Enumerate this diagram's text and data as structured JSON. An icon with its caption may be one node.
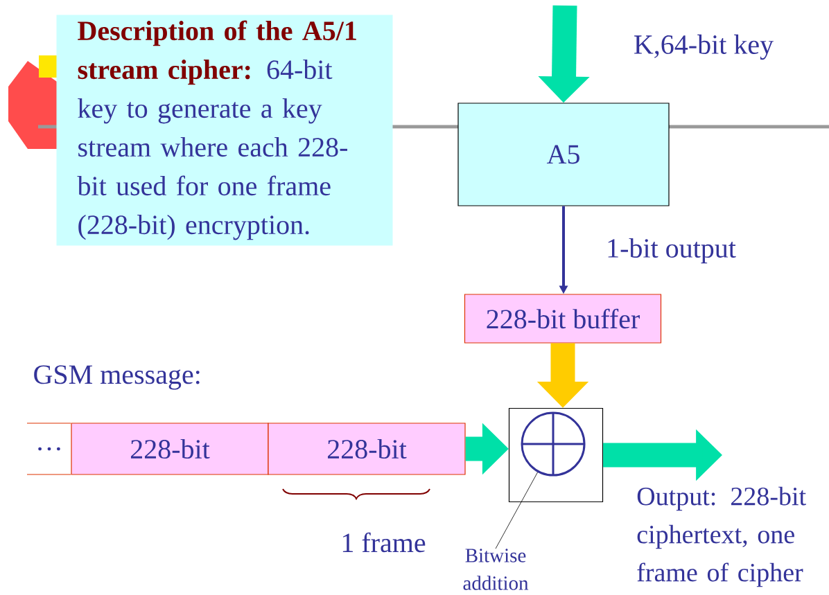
{
  "diagram": {
    "nodes": [
      {
        "text": [
          "**Description of the A5/1 stream cipher:** 64-bit key to generate a key stream where each 228-bit used for one frame (228-bit) encryption."
        ]
      },
      {
        "text": [
          "A5"
        ]
      },
      {
        "text": [
          "228-bit buffer"
        ]
      },
      {
        "text": [
          "…"
        ]
      },
      {
        "text": [
          "228-bit"
        ]
      },
      {
        "text": [
          "228-bit"
        ]
      },
      {
        "text": [],
        "shape": "box"
      },
      {
        "text": [
          "Bitwise addition"
        ]
      },
      {
        "text": [],
        "shape": "circle",
        "in": 6
      }
    ],
    "edges": [
      {
        "from": null,
        "to": 1,
        "arrow": "to",
        "label": "K,64-bit key"
      },
      {
        "from": 1,
        "to": 2,
        "arrow": "to",
        "label": "1-bit output",
        "color": "#333399"
      },
      {
        "from": 2,
        "to": 6,
        "arrow": "to",
        "color": "#ffcc00"
      },
      {
        "from": 5,
        "to": 6,
        "arrow": "to"
      },
      {
        "from": 6,
        "to": null,
        "arrow": "to"
      },
      {
        "from": 7,
        "to": 8,
        "arrow": "none",
        "color": "#000000"
      }
    ],
    "labels": [
      "GSM message:",
      "1 frame",
      "Output: 228-bit ciphertext, one frame of cipher"
    ]
  }
}
